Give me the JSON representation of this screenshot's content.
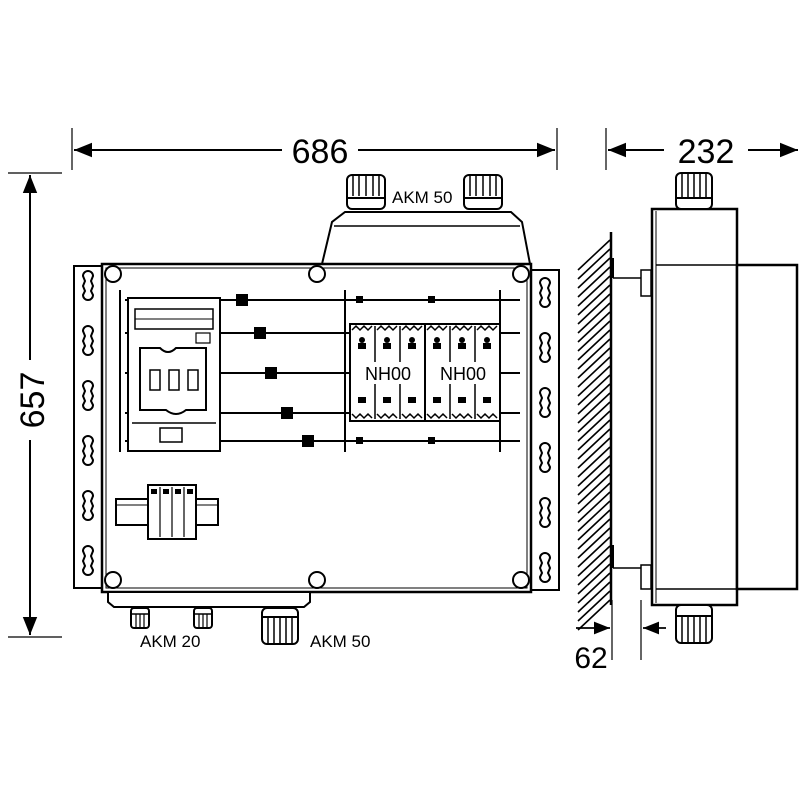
{
  "dimensions": {
    "width": "686",
    "depth": "232",
    "height": "657",
    "wall_offset": "62"
  },
  "labels": {
    "gland_top": "AKM 50",
    "gland_bottom_small": "AKM 20",
    "gland_bottom_large": "AKM 50",
    "fuse_left": "NH00",
    "fuse_right": "NH00"
  }
}
